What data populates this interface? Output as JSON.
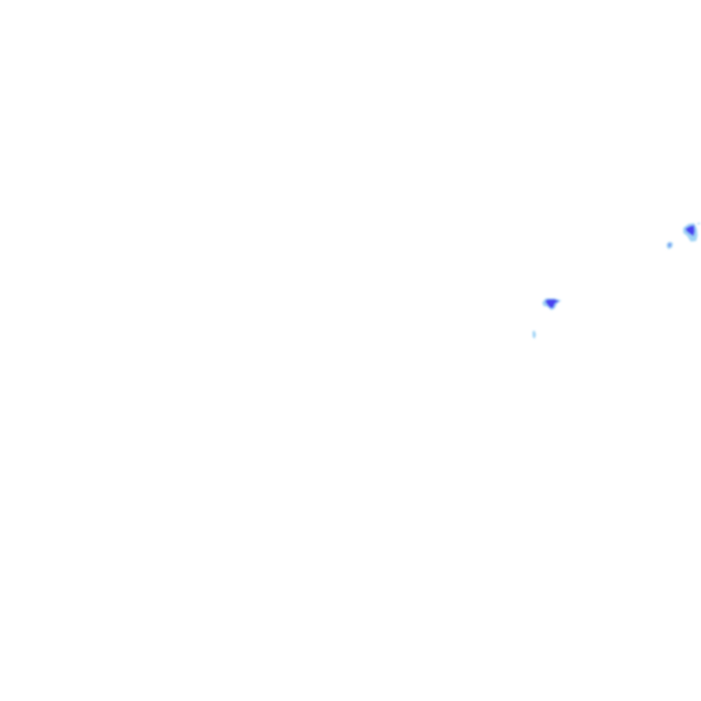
{
  "map": {
    "layer": "precipitation-radar",
    "colors": {
      "background": "#ffffff",
      "light": "#9fd3f5",
      "medium": "#6f8cf2",
      "heavy": "#4a3ff0"
    },
    "echoes": [
      {
        "id": "cell-northeast",
        "intensity": "heavy"
      },
      {
        "id": "cell-northeast-small",
        "intensity": "medium"
      },
      {
        "id": "cell-central",
        "intensity": "heavy"
      },
      {
        "id": "cell-southwest-small",
        "intensity": "light"
      }
    ]
  }
}
